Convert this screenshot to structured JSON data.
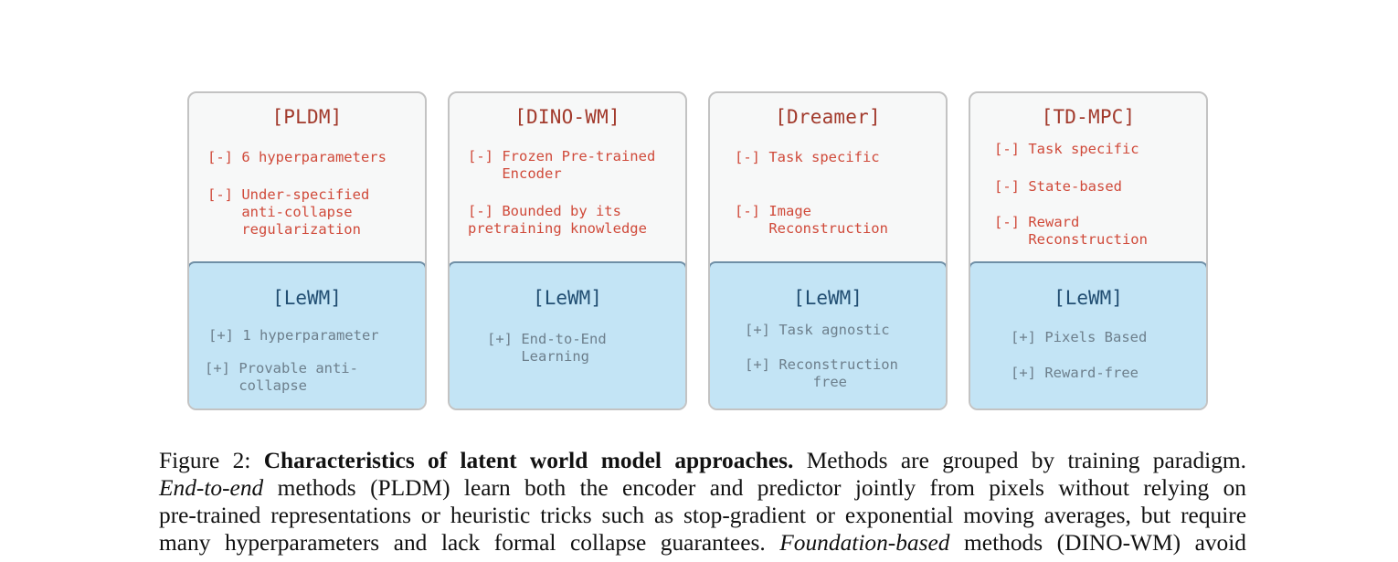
{
  "cards": [
    {
      "name": "[PLDM]",
      "negatives": [
        "[-] 6 hyperparameters",
        "[-] Under-specified\n    anti-collapse\n    regularization"
      ],
      "positive_title": "[LeWM]",
      "positives": [
        "[+] 1 hyperparameter",
        "[+] Provable anti-\n    collapse"
      ]
    },
    {
      "name": "[DINO-WM]",
      "negatives": [
        "[-] Frozen Pre-trained\n    Encoder",
        "[-] Bounded by its\npretraining knowledge"
      ],
      "positive_title": "[LeWM]",
      "positives": [
        "[+] End-to-End\n    Learning"
      ]
    },
    {
      "name": "[Dreamer]",
      "negatives": [
        "[-] Task specific",
        "[-] Image\n    Reconstruction"
      ],
      "positive_title": "[LeWM]",
      "positives": [
        "[+] Task agnostic",
        "[+] Reconstruction\n        free"
      ]
    },
    {
      "name": "[TD-MPC]",
      "negatives": [
        "[-] Task specific",
        "[-] State-based",
        "[-] Reward\n    Reconstruction"
      ],
      "positive_title": "[LeWM]",
      "positives": [
        "[+] Pixels Based",
        "[+] Reward-free"
      ]
    }
  ],
  "caption": {
    "label": "Figure 2:",
    "bold_title": "Characteristics of latent world model approaches.",
    "line1_rest": "Methods are grouped by training paradigm.",
    "line2_italic": "End-to-end",
    "line2_rest": "methods (PLDM) learn both the encoder and predictor jointly from pixels without relying on",
    "line3": "pre-trained representations or heuristic tricks such as stop-gradient or exponential moving averages, but require",
    "line4_start": "many hyperparameters and lack formal collapse guarantees.",
    "line4_italic": "Foundation-based",
    "line4_rest": "methods (DINO-WM) avoid"
  },
  "colors": {
    "negative_title": "#a23a2c",
    "negative_text": "#d04a3a",
    "positive_title": "#214e72",
    "positive_text": "#6d7f8c",
    "positive_fill": "#c3e4f5",
    "card_fill": "#f7f8f8"
  }
}
